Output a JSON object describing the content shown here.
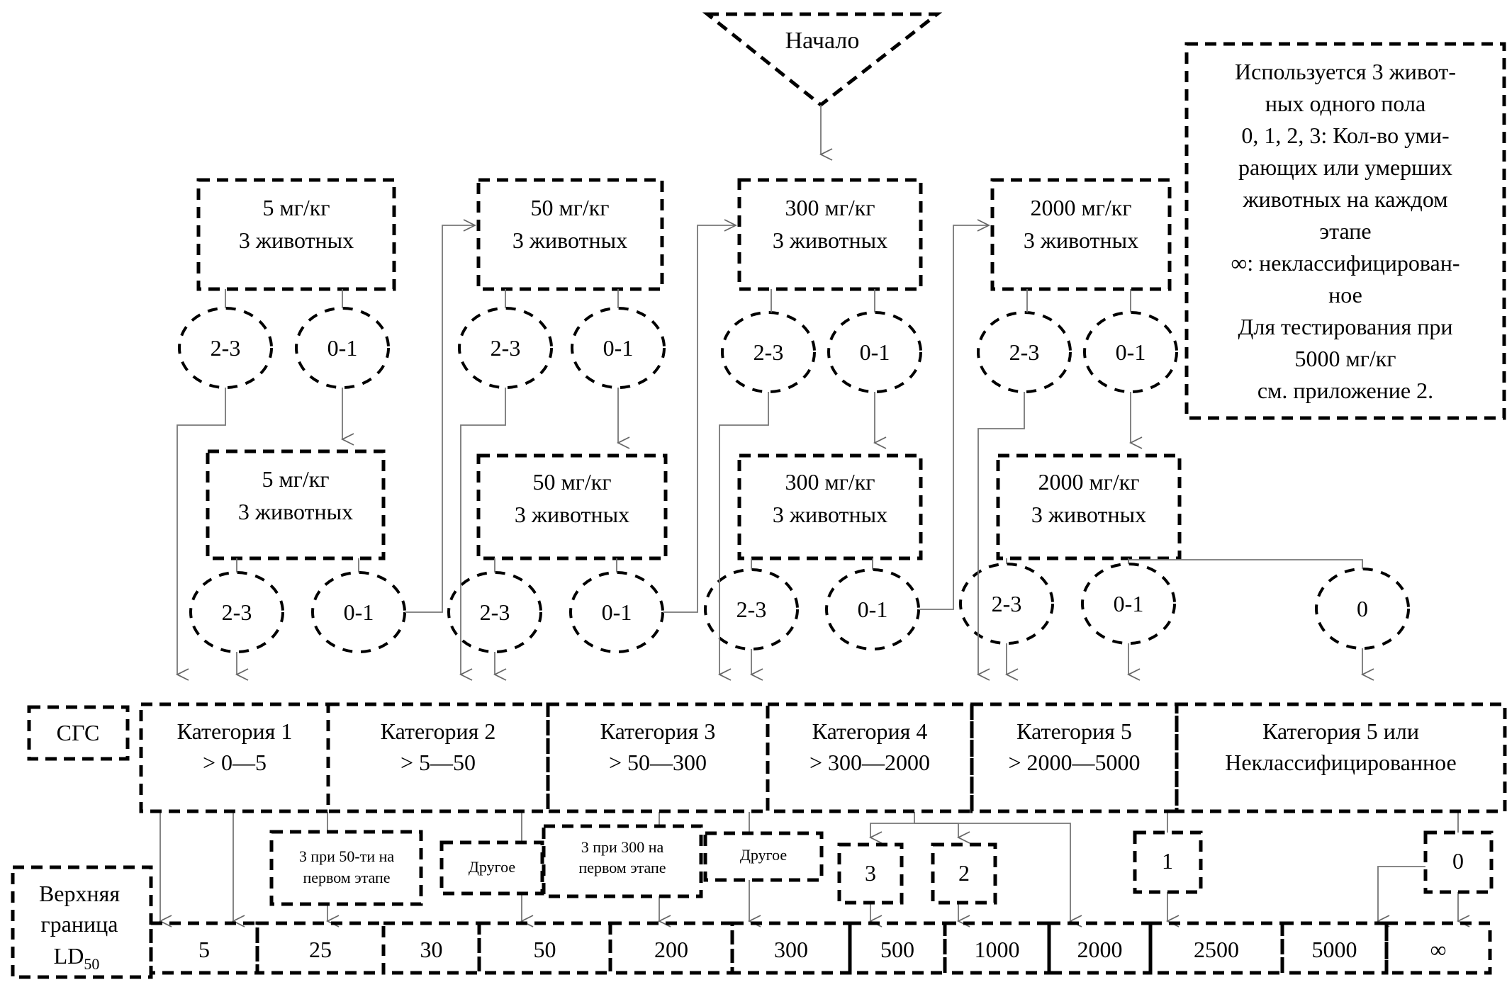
{
  "start": {
    "label": "Начало"
  },
  "legend": {
    "lines": [
      "Используется 3 живот-",
      "ных одного пола",
      "0, 1, 2, 3: Кол-во уми-",
      "рающих или умерших",
      "животных на каждом",
      "этапе",
      "∞: неклассифицирован-",
      "ное",
      "Для тестирования при",
      "5000 мг/кг",
      "см. приложение 2."
    ]
  },
  "stages": [
    {
      "dose": "5 мг/кг",
      "animals": "3 животных"
    },
    {
      "dose": "50 мг/кг",
      "animals": "3 животных"
    },
    {
      "dose": "300 мг/кг",
      "animals": "3 животных"
    },
    {
      "dose": "2000 мг/кг",
      "animals": "3 животных"
    }
  ],
  "outcomes": {
    "high": "2-3",
    "low": "0-1",
    "zero": "0"
  },
  "ghs": {
    "label": "СГС",
    "categories": [
      {
        "name": "Категория 1",
        "range": "> 0—5"
      },
      {
        "name": "Категория 2",
        "range": "> 5—50"
      },
      {
        "name": "Категория 3",
        "range": "> 50—300"
      },
      {
        "name": "Категория 4",
        "range": "> 300—2000"
      },
      {
        "name": "Категория 5",
        "range": "> 2000—5000"
      },
      {
        "name": "Категория 5 или",
        "range": "Неклассифицированное"
      }
    ]
  },
  "notes": {
    "n50_a": "3 при 50-ти на",
    "n50_b": "первом этапе",
    "other": "Другое",
    "n300_a": "3 при 300 на",
    "n300_b": "первом этапе",
    "d3": "3",
    "d2": "2",
    "d1": "1",
    "d0": "0"
  },
  "ld50": {
    "label_1": "Верхняя",
    "label_2": "граница",
    "label_3": "LD",
    "label_sub": "50",
    "values": [
      "5",
      "25",
      "30",
      "50",
      "200",
      "300",
      "500",
      "1000",
      "2000",
      "2500",
      "5000",
      "∞"
    ]
  }
}
